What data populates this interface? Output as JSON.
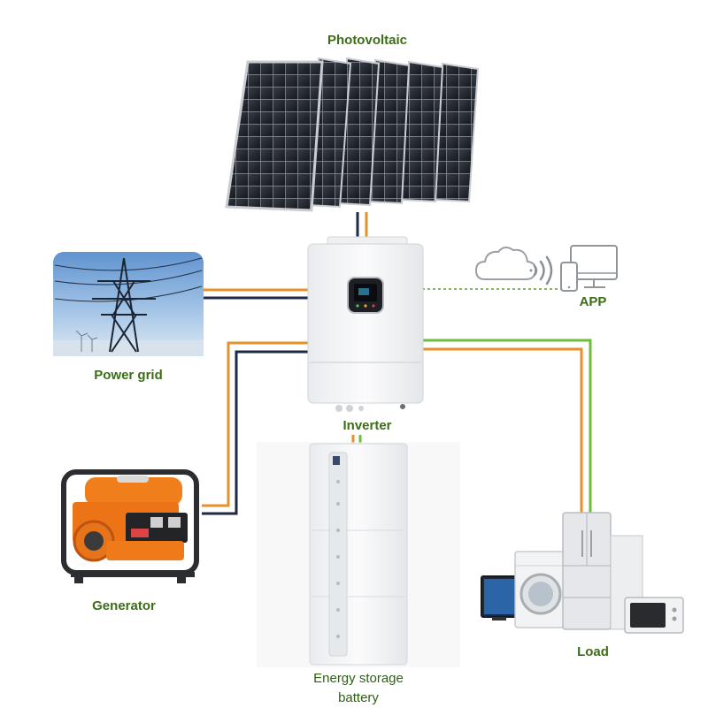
{
  "labels": {
    "photovoltaic": "Photovoltaic",
    "power_grid": "Power grid",
    "generator": "Generator",
    "inverter": "Inverter",
    "app": "APP",
    "load": "Load",
    "battery_line1": "Energy storage",
    "battery_line2": "battery"
  },
  "colors": {
    "label_green": "#3b6e16",
    "battery_label": "#2f5f14",
    "cable_orange": "#e8912a",
    "cable_navy": "#1f2b45",
    "cable_green": "#6cbf3a",
    "wifi_dashed": "#76c043"
  },
  "icons": [
    "solar-panel-icon",
    "power-tower-icon",
    "generator-icon",
    "inverter-icon",
    "battery-icon",
    "cloud-icon",
    "wifi-icon",
    "phone-icon",
    "monitor-icon",
    "washer-icon",
    "fridge-icon",
    "microwave-icon",
    "tv-icon"
  ]
}
